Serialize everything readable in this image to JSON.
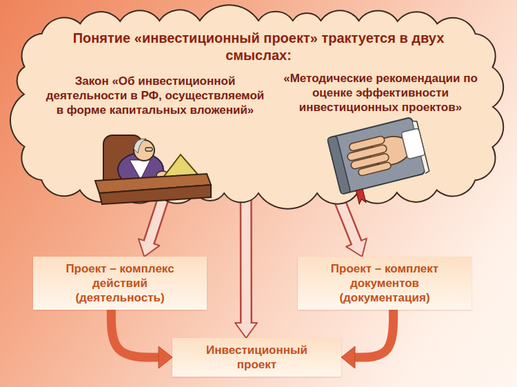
{
  "diagram": {
    "nodes": [
      {
        "text": [
          "Понятие «инвестиционный проект» трактуется в двух смыслах:",
          "Закон «Об инвестиционной деятельности в РФ, осуществляемой в форме капитальных вложений»",
          "«Методические рекомендации по оценке эффективности инвестиционных проектов»"
        ]
      },
      {
        "text": [
          "Проект – комплекс действий (деятельность)"
        ]
      },
      {
        "text": [
          "Проект – комплект документов (документация)"
        ]
      },
      {
        "text": [
          "Инвестиционный проект"
        ]
      }
    ],
    "edges": [
      {
        "from": 0,
        "to": 1,
        "arrow": "to"
      },
      {
        "from": 0,
        "to": 3,
        "arrow": "to"
      },
      {
        "from": 0,
        "to": 2,
        "arrow": "to"
      },
      {
        "from": 1,
        "to": 3,
        "arrow": "to"
      },
      {
        "from": 2,
        "to": 3,
        "arrow": "to"
      }
    ]
  }
}
